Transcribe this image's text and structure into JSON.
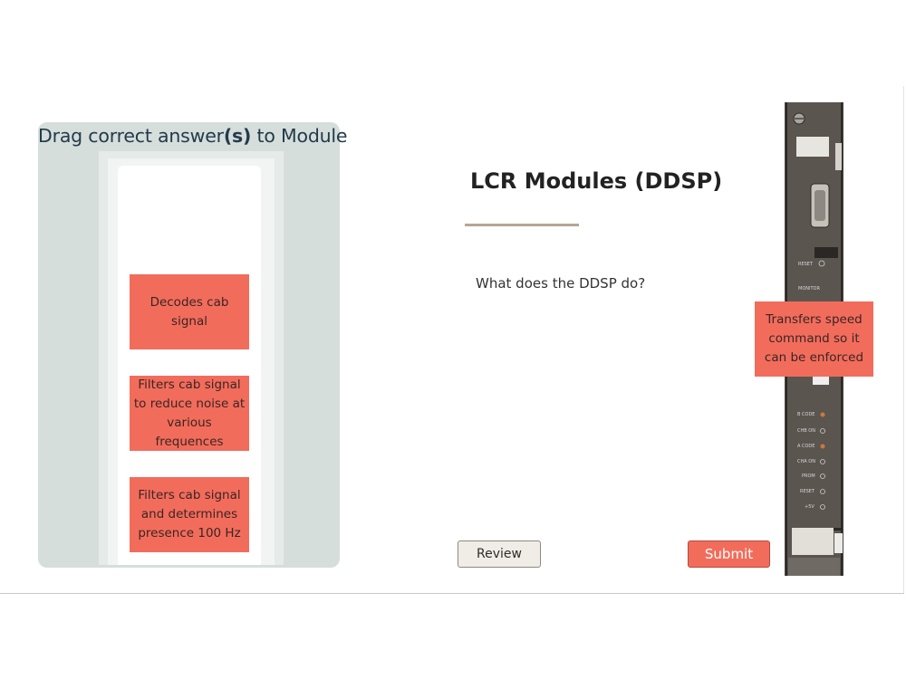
{
  "drag_area": {
    "title_prefix": "Drag correct answer",
    "title_bold": "(s)",
    "title_suffix": " to Module"
  },
  "answers": [
    {
      "label": "Decodes cab signal"
    },
    {
      "label": "Filters cab signal to reduce noise at various frequences"
    },
    {
      "label": "Filters cab signal and determines presence  100 Hz"
    }
  ],
  "slide": {
    "title": "LCR Modules (DDSP)",
    "question": "What does the DDSP do?"
  },
  "module": {
    "placed_answer": "Transfers speed command so it can be enforced",
    "labels": {
      "reset": "RESET",
      "monitor": "MONITOR",
      "b_code": "B CODE",
      "chb_on": "CHB ON",
      "a_code": "A CODE",
      "cha_on": "CHA ON",
      "prom": "PROM",
      "reset2": "RESET",
      "plus5v": "+5V"
    }
  },
  "buttons": {
    "review": "Review",
    "submit": "Submit"
  },
  "colors": {
    "answer_card": "#f26c5c",
    "panel": "#d5dedb",
    "title_rule": "#b6a597",
    "review_button": "#f0ede6",
    "submit_button": "#f26c5c"
  }
}
